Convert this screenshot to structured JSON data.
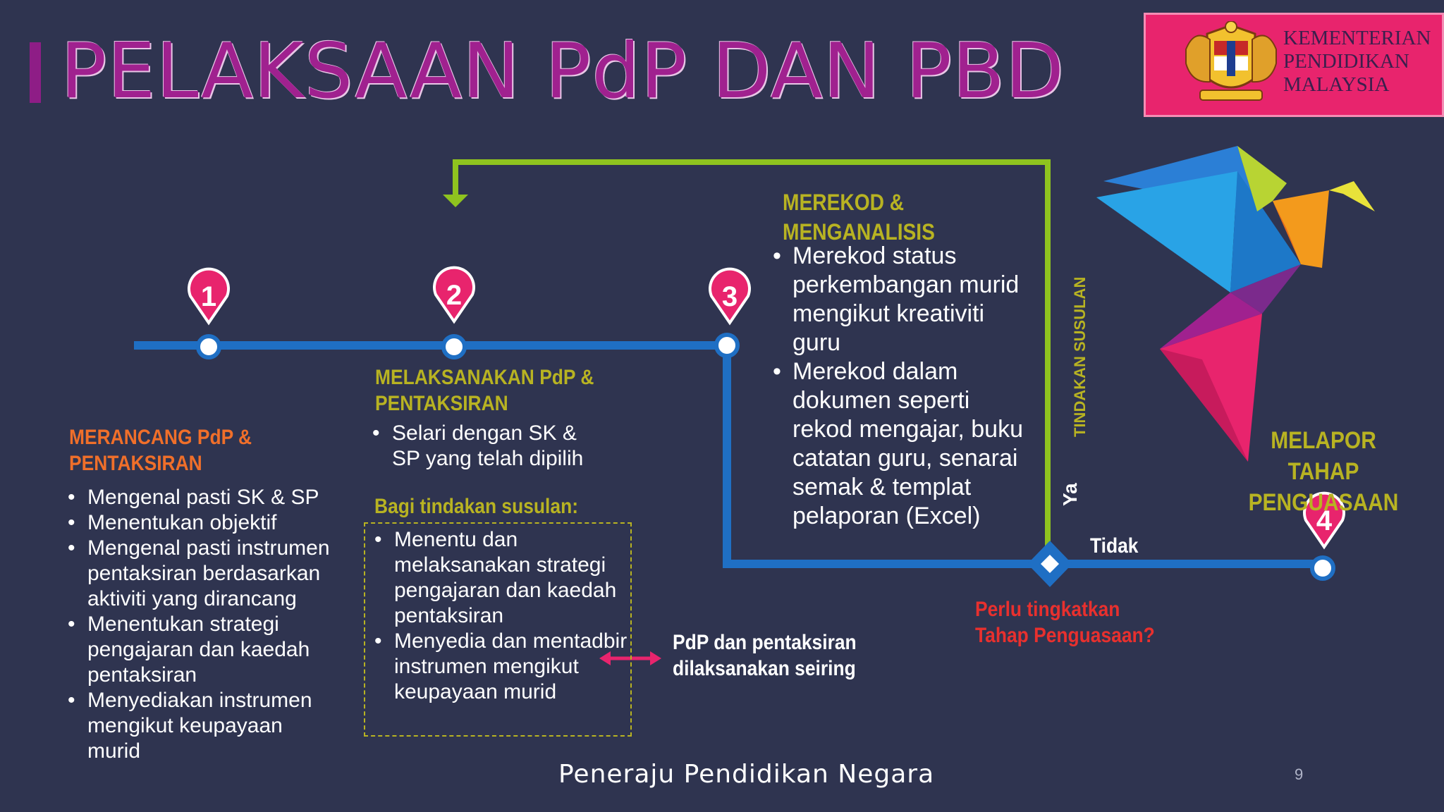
{
  "title": "PELAKSAAN PdP DAN PBD",
  "logo": {
    "lines": [
      "KEMENTERIAN",
      "PENDIDIKAN",
      "MALAYSIA"
    ]
  },
  "colors": {
    "background": "#2f3450",
    "title": "#a0218f",
    "timeline": "#1f6fc4",
    "loop": "#8fc31f",
    "pin": "#e8246d",
    "heading_olive": "#b8b322",
    "heading_orange": "#f06f2a",
    "question_red": "#e8302e"
  },
  "steps": [
    {
      "number": "1",
      "heading": [
        "MERANCANG PdP &",
        "PENTAKSIRAN"
      ],
      "items": [
        "Mengenal pasti SK & SP",
        "Menentukan objektif",
        "Mengenal pasti instrumen pentaksiran berdasarkan aktiviti yang dirancang",
        "Menentukan strategi pengajaran dan kaedah pentaksiran",
        "Menyediakan instrumen mengikut keupayaan murid"
      ]
    },
    {
      "number": "2",
      "heading": [
        "MELAKSANAKAN PdP &",
        "PENTAKSIRAN"
      ],
      "items": [
        "Selari dengan SK & SP yang telah dipilih"
      ],
      "followup_heading": "Bagi tindakan susulan:",
      "followup_items": [
        "Menentu dan melaksanakan strategi pengajaran dan kaedah pentaksiran",
        "Menyedia dan mentadbir instrumen mengikut keupayaan murid"
      ]
    },
    {
      "number": "3",
      "heading": [
        "MEREKOD &",
        "MENGANALISIS"
      ],
      "items": [
        "Merekod status perkembangan murid mengikut kreativiti guru",
        "Merekod dalam dokumen seperti rekod mengajar, buku catatan guru, senarai semak & templat pelaporan (Excel)"
      ]
    },
    {
      "number": "4",
      "heading": [
        "MELAPOR TAHAP",
        "PENGUASAAN"
      ]
    }
  ],
  "seiring_note": [
    "PdP dan pentaksiran",
    "dilaksanakan seiring"
  ],
  "loop_label": "TINDAKAN SUSULAN",
  "yes_label": "Ya",
  "no_label": "Tidak",
  "decision_question": [
    "Perlu tingkatkan",
    "Tahap Penguasaan?"
  ],
  "footer": "Peneraju Pendidikan Negara",
  "page_number": "9"
}
